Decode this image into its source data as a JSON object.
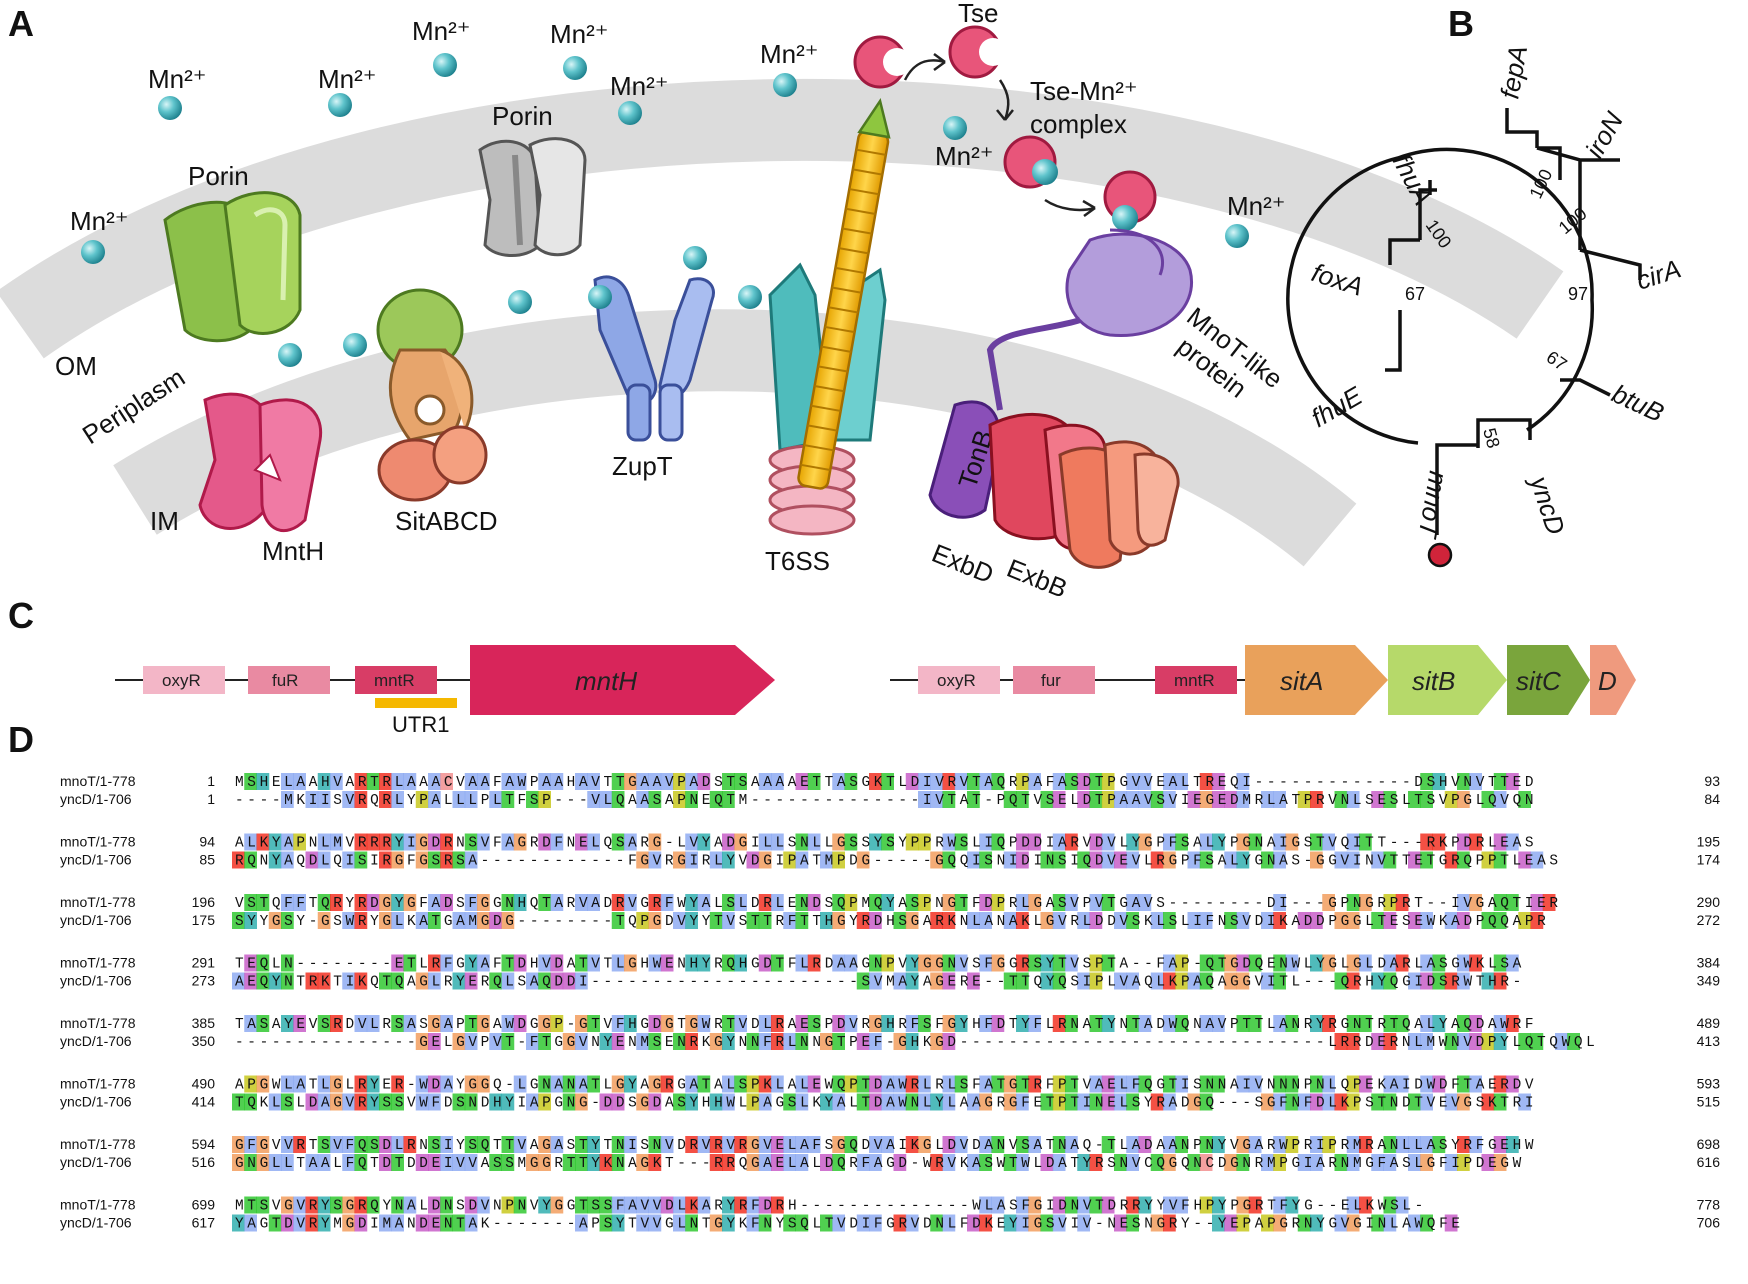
{
  "panels": {
    "a": "A",
    "b": "B",
    "c": "C",
    "d": "D"
  },
  "panel_a": {
    "mn_label": "Mn²⁺",
    "labels": {
      "om": "OM",
      "periplasm": "Periplasm",
      "im": "IM",
      "porin_left": "Porin",
      "porin_center": "Porin",
      "sitabcd": "SitABCD",
      "zupt": "ZupT",
      "mnth": "MntH",
      "t6ss": "T6SS",
      "tse": "Tse",
      "complex_line1": "Tse-Mn²⁺",
      "complex_line2": "complex",
      "mnot_like_line1": "MnoT-like",
      "mnot_like_line2": "protein",
      "tonb": "TonB",
      "exbd": "ExbD",
      "exbb": "ExbB"
    }
  },
  "panel_b": {
    "leaves": [
      "fepA",
      "iroN",
      "cirA",
      "btuB",
      "yncD",
      "mnoT",
      "fhuE",
      "foxA",
      "fhuA"
    ],
    "bootstraps": [
      "100",
      "100",
      "97",
      "67",
      "58",
      "67",
      "100"
    ],
    "highlight_color": "#d0243a"
  },
  "panel_c": {
    "operon1": {
      "boxes": [
        "oxyR",
        "fuR",
        "mntR"
      ],
      "utr": "UTR1",
      "gene": "mntH"
    },
    "operon2": {
      "boxes": [
        "oxyR",
        "fur",
        "mntR"
      ],
      "genes": [
        "sitA",
        "sitB",
        "sitC",
        "D"
      ]
    },
    "colors": {
      "oxyr": "#f3b6c7",
      "fur": "#e98aa2",
      "mntr": "#d83d66",
      "mnth": "#d8255a",
      "utr": "#f5b800",
      "sita": "#e9a15b",
      "sitb": "#b6d96a",
      "sitc": "#7aa53c",
      "sitd": "#ef9a7e"
    }
  },
  "panel_d": {
    "seq_names": [
      "mnoT/1-778",
      "yncD/1-706"
    ],
    "blocks": [
      {
        "rows": [
          {
            "start": "1",
            "seq": "MSHELAAHVARTRLAAACVAAFAWPAAHAVTTGAAVPADSTSAAAAETTASGKTLDIVRVTAQRPAFASDTPGVVEALTREQI-------------DSHVNVTTED",
            "end": "93"
          },
          {
            "start": "1",
            "seq": "----MKIISVRQRLYPALLLPLTFSP---VLQAASAPNEQTM--------------IVTAT-PQTVSELDTPAAVSVIEGEDMRLATPRVNLSESLTSVPGLQVQN",
            "end": "84"
          }
        ]
      },
      {
        "rows": [
          {
            "start": "94",
            "seq": "ALKYAPNLMVRRRYIGDRNSVFAGRDFNELQSARG-LVYADGILLSNLLGSSYSYPPRWSLIQPDDIARVDVLYGPFSALYPGNAIGSTVQITT---RKPDRLEAS",
            "end": "195"
          },
          {
            "start": "85",
            "seq": "RQNYAQDLQISIRGFGSRSA------------FGVRGIRLYVDGIPATMPDG-----GQQISNIDINSIQDVEVLRGPFSALYGNAS-GGVINVTTETGRQPPTLEAS",
            "end": "174"
          }
        ]
      },
      {
        "rows": [
          {
            "start": "196",
            "seq": "VSTQFFTQRYRDGYGFADSFGGNHQTARVADRVGRFWYALSLDRLENDSQPMQYASPNGTFDPRLGASVPVTGAVS--------DI---GPNGRPRT--IVGAQTIER",
            "end": "290"
          },
          {
            "start": "175",
            "seq": "SYYGSY-GSWRYGLKATGAMGDG--------TQPGDVYYTVSTTRFTTHGYRDHSGARKNLANAKLGVRLDDVSKLSLIFNSVDIKADDPGGLTESEWKADPQQAPR",
            "end": "272"
          }
        ]
      },
      {
        "rows": [
          {
            "start": "291",
            "seq": "TEQLN--------ETLRFGYAFTDHVDATVTLGHWENHYRQHGDTFLRDAAGNPVYGGNVSFGGRSYTVSPTA--FAP-QTGDQENWLYGLGLDARLASGWKLSA",
            "end": "384"
          },
          {
            "start": "273",
            "seq": "AEQYNTRKTIKQTQAGLRYERQLSAQDDI----------------------SVMAYAGERE--TTQYQSIPLVAQLKPAQAGGVITL---QRHYQGIDSRWTHR-",
            "end": "349"
          }
        ]
      },
      {
        "rows": [
          {
            "start": "385",
            "seq": "TASAYEVSRDVLRSASGAPTGAWDGGP-GTVFHGDGTGWRTVDLRAESPDVRGHRFSFGYHFDTYFLRNATYNTADWQNAVPTTLANRYRGNTRTQALYAQDAWRF",
            "end": "489"
          },
          {
            "start": "350",
            "seq": "---------------GELGVPVT-FTGGVNYENMSENRKGYNNFRLNNGTPEF-GHKGD------------------------------LRRDERNLMWNVDPYLQTQWQL",
            "end": "413"
          }
        ]
      },
      {
        "rows": [
          {
            "start": "490",
            "seq": "APGWLATLGLRYER-WDAYGGQ-LGNANATLGYAGRGATALSPKLALEWQPTDAWRLRLSFATGTRFPTVAELFQGTISNNAIVNNNPNLQPEKAIDWDFTAERDV",
            "end": "593"
          },
          {
            "start": "414",
            "seq": "TQKLSLDAGVRYSSVWFDSNDHYIAPGNG-DDSGDASYHHWLPAGSLKYALTDAWNLYLAAGRGFETPTINELSYRADGQ---SGFNFDLKPSTNDTVEVGSKTRI",
            "end": "515"
          }
        ]
      },
      {
        "rows": [
          {
            "start": "594",
            "seq": "GFGVVRTSVFQSDLRNSIYSQTTVAGASTYTNISNVDRVRVRGVELAFSGQDVAIKGLDVDANVSATNAQ-TLADAANPNYVGARWPRIPRMRANLLASYRFGEHW",
            "end": "698"
          },
          {
            "start": "516",
            "seq": "GNGLLTAALFQTDTDDEIVVASSMGGRTTYKNAGKT---RRQGAELALDQRFAGD-WRVKASWTWLDATYRSNVCQGQNCDGNRMPGIARNMGFASLGFIPDEGW",
            "end": "616"
          }
        ]
      },
      {
        "rows": [
          {
            "start": "699",
            "seq": "MTSVGVRYSGRQYNALDNSDVNPNVYGGTSSFAVVDLKARYRFDRH--------------WLASFGIDNVTDRRYYVFHPYPGRTFYG--ELKWSL-",
            "end": "778"
          },
          {
            "start": "617",
            "seq": "YAGTDVRYMGDIMANDENTAK-------APSYTVVGLNTGYKFNYSQLTVDIFGRVDNLFDKEYIGSVIV-NESNGRY--YEPAPGRNYGVGINLAWQFE",
            "end": "706"
          }
        ]
      }
    ]
  }
}
